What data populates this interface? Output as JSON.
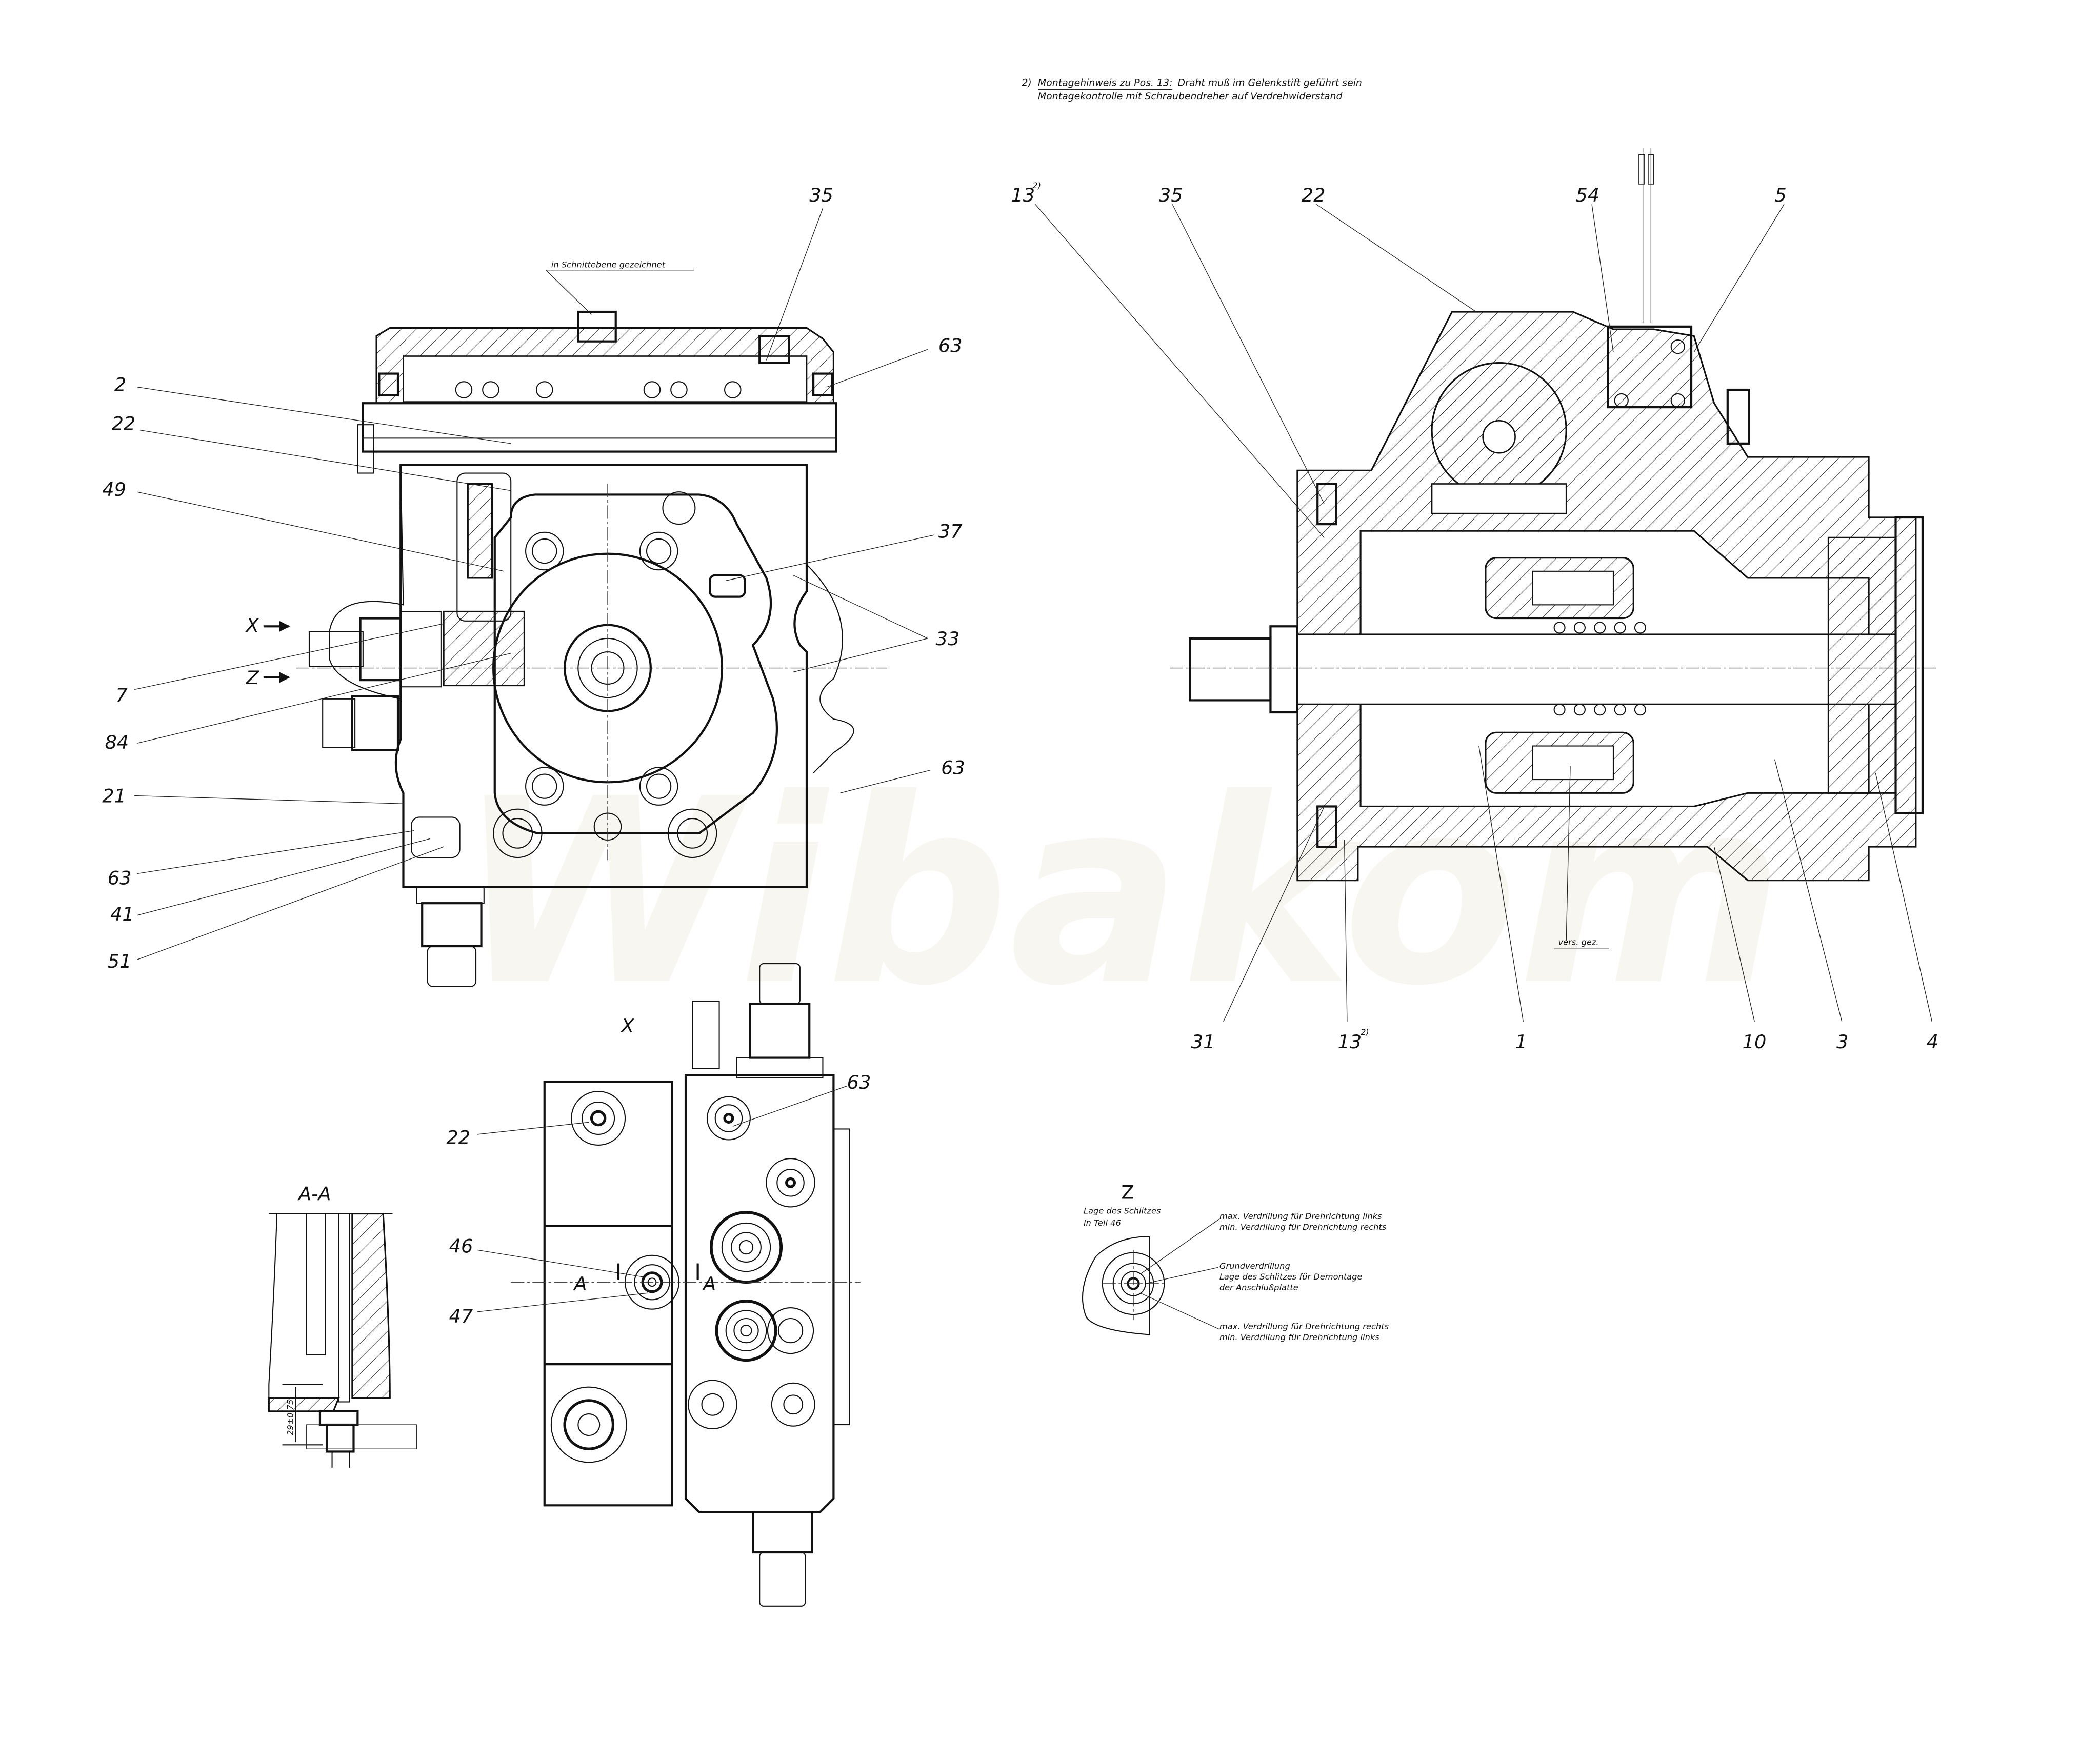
{
  "footnote": {
    "line1_prefix": "2)",
    "line1_underlined": "Montagehinweis zu Pos. 13:",
    "line1_rest": "Draht muß im Gelenkstift geführt sein",
    "line2": "Montagekontrolle mit Schraubendreher auf Verdrehwiderstand"
  },
  "left_view": {
    "section_note": "in Schnittebene gezeichnet",
    "arrow_x": "X",
    "arrow_z": "Z",
    "labels": {
      "p2": "2",
      "p22": "22",
      "p49": "49",
      "p7": "7",
      "p84": "84",
      "p21": "21",
      "p63a": "63",
      "p41": "41",
      "p51": "51",
      "p35": "35",
      "p63b": "63",
      "p37": "37",
      "p33": "33",
      "p63c": "63"
    }
  },
  "right_view": {
    "labels": {
      "p13top": "13",
      "p13top_sup": "2)",
      "p35": "35",
      "p22": "22",
      "p54": "54",
      "p5": "5",
      "p31": "31",
      "p13bot": "13",
      "p13bot_sup": "2)",
      "p1": "1",
      "p10": "10",
      "p3": "3",
      "p4": "4"
    },
    "vers_note": "vers. gez."
  },
  "view_x": {
    "title": "X",
    "labels": {
      "p22": "22",
      "p63": "63",
      "p46": "46",
      "p47": "47",
      "sec_a_left": "A",
      "sec_a_right": "A"
    }
  },
  "section_aa": {
    "title": "A-A",
    "dimension": "29±0,75"
  },
  "view_z": {
    "title": "Z",
    "caption_line1": "Lage des Schlitzes",
    "caption_line2": "in Teil 46",
    "note1_line1": "max. Verdrillung für Drehrichtung links",
    "note1_line2": "min. Verdrillung für Drehrichtung rechts",
    "note2_line1": "Grundverdrillung",
    "note2_line2": "Lage des Schlitzes für Demontage",
    "note2_line3": "der Anschlußplatte",
    "note3_line1": "max. Verdrillung für Drehrichtung rechts",
    "note3_line2": "min. Verdrillung für Drehrichtung links"
  },
  "watermark": "Wibakom"
}
